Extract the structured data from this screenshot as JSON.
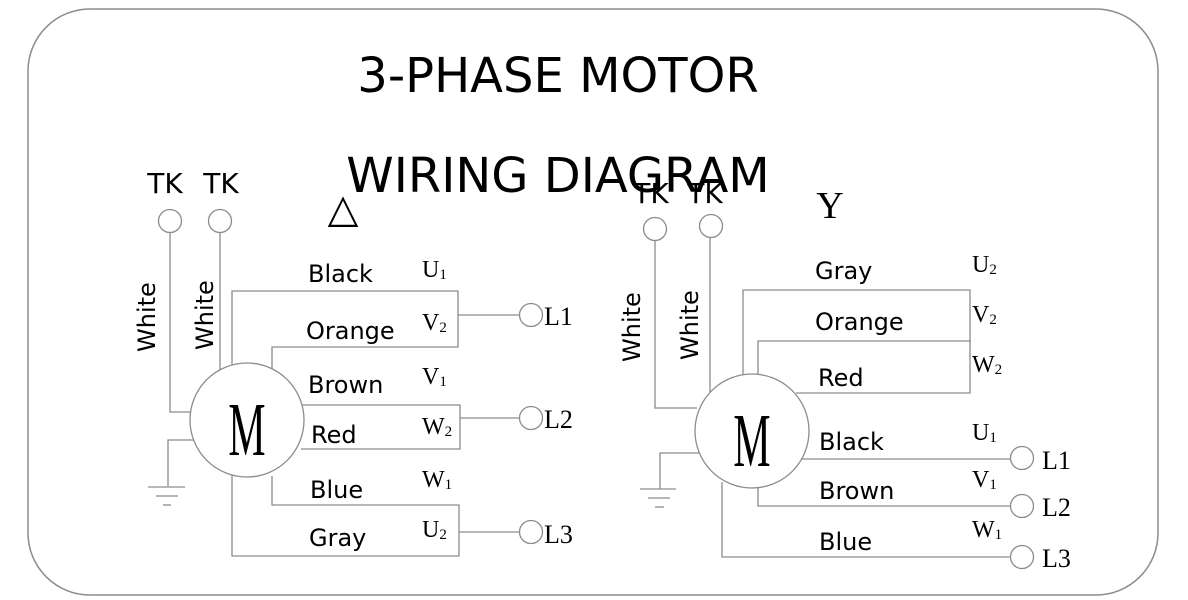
{
  "title": {
    "line1": "3-PHASE MOTOR",
    "line2": "WIRING DIAGRAM"
  },
  "delta": {
    "symbol": "△",
    "tk_labels": [
      "TK",
      "TK"
    ],
    "tk_wire_labels": [
      "White",
      "White"
    ],
    "motor_letter": "M",
    "wires": [
      {
        "color": "Black",
        "terminal": "U",
        "sub": "1"
      },
      {
        "color": "Orange",
        "terminal": "V",
        "sub": "2"
      },
      {
        "color": "Brown",
        "terminal": "V",
        "sub": "1"
      },
      {
        "color": "Red",
        "terminal": "W",
        "sub": "2"
      },
      {
        "color": "Blue",
        "terminal": "W",
        "sub": "1"
      },
      {
        "color": "Gray",
        "terminal": "U",
        "sub": "2"
      }
    ],
    "lines": [
      "L1",
      "L2",
      "L3"
    ]
  },
  "wye": {
    "symbol": "Y",
    "tk_labels": [
      "TK",
      "TK"
    ],
    "tk_wire_labels": [
      "White",
      "White"
    ],
    "motor_letter": "M",
    "wires": [
      {
        "color": "Gray",
        "terminal": "U",
        "sub": "2"
      },
      {
        "color": "Orange",
        "terminal": "V",
        "sub": "2"
      },
      {
        "color": "Red",
        "terminal": "W",
        "sub": "2"
      },
      {
        "color": "Black",
        "terminal": "U",
        "sub": "1"
      },
      {
        "color": "Brown",
        "terminal": "V",
        "sub": "1"
      },
      {
        "color": "Blue",
        "terminal": "W",
        "sub": "1"
      }
    ],
    "lines": [
      "L1",
      "L2",
      "L3"
    ]
  }
}
